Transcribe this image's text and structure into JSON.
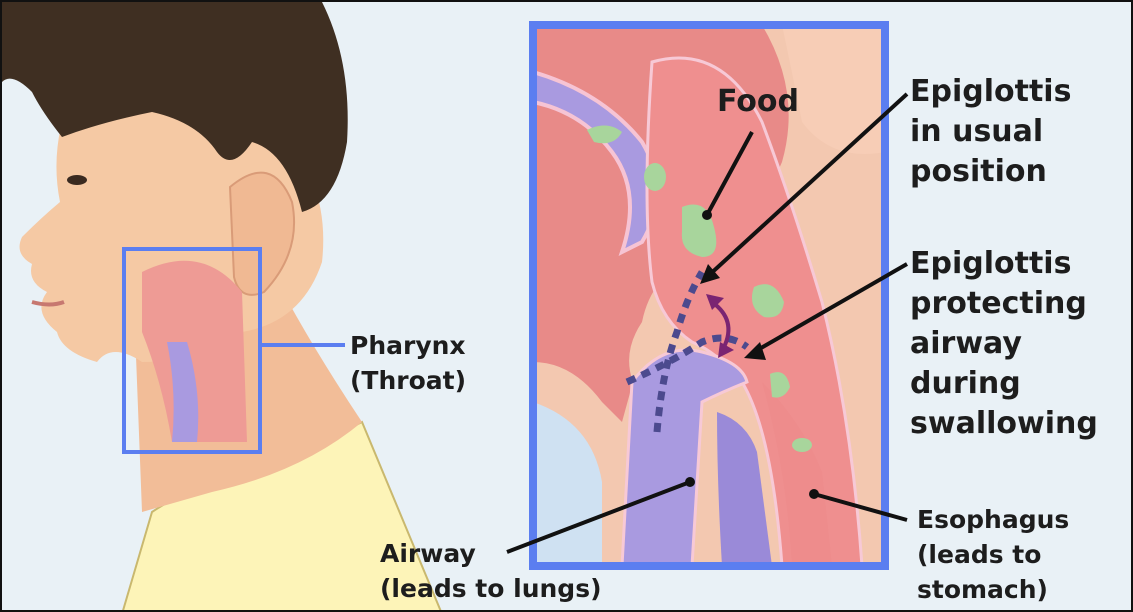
{
  "labels": {
    "food": "Food",
    "epiglottis_usual": [
      "Epiglottis",
      "in usual",
      "position"
    ],
    "epiglottis_protecting": [
      "Epiglottis",
      "protecting",
      "airway",
      "during",
      "swallowing"
    ],
    "pharynx": [
      "Pharynx",
      "(Throat)"
    ],
    "airway": [
      "Airway",
      "(leads to lungs)"
    ],
    "esophagus": [
      "Esophagus",
      "(leads to",
      "stomach)"
    ]
  },
  "colors": {
    "background": "#e9f1f6",
    "frame_blue": "#5b7ef0",
    "skin": "#f5c9a4",
    "hair": "#3f2f22",
    "shirt": "#fdf4b8",
    "tissue_pink": "#ef8f8f",
    "airway_purple": "#a99ae0",
    "food_green": "#a8d59c",
    "leader_line": "#111111"
  }
}
